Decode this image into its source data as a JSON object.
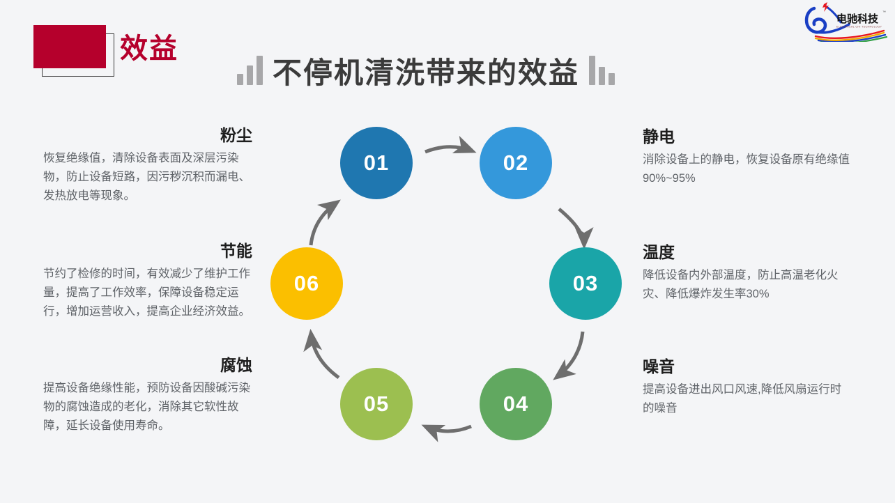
{
  "header": {
    "section_label": "效益",
    "title": "不停机清洗带来的效益",
    "bar_icon_left": "bar-chart-ascending-icon",
    "bar_icon_right": "bar-chart-descending-icon"
  },
  "logo": {
    "name": "dianchi-technology-logo",
    "cn_text": "电驰科技",
    "en_text": "ELECTRICAL CHI TECHNOLOGY",
    "tm": "™"
  },
  "colors": {
    "background": "#f4f5f7",
    "accent_red": "#b5002c",
    "title_gray": "#3b3b3b",
    "body_gray": "#5f6368",
    "arrow_gray": "#6e6e6e",
    "step_01": "#1f77b0",
    "step_02": "#3498db",
    "step_03": "#1aa5a8",
    "step_04": "#61a860",
    "step_05": "#9cbf50",
    "step_06": "#fbbf00"
  },
  "diagram": {
    "type": "cycle",
    "steps": [
      {
        "number": "01",
        "color": "#1f77b0"
      },
      {
        "number": "02",
        "color": "#3498db"
      },
      {
        "number": "03",
        "color": "#1aa5a8"
      },
      {
        "number": "04",
        "color": "#61a860"
      },
      {
        "number": "05",
        "color": "#9cbf50"
      },
      {
        "number": "06",
        "color": "#fbbf00"
      }
    ]
  },
  "benefits": {
    "left": [
      {
        "title": "粉尘",
        "body": "恢复绝缘值，清除设备表面及深层污染物，防止设备短路，因污秽沉积而漏电、发热放电等现象。"
      },
      {
        "title": "节能",
        "body": "节约了检修的时间，有效减少了维护工作量，提高了工作效率，保障设备稳定运行，增加运营收入，提高企业经济效益。"
      },
      {
        "title": "腐蚀",
        "body": "提高设备绝缘性能，预防设备因酸碱污染物的腐蚀造成的老化，消除其它软性故障，延长设备使用寿命。"
      }
    ],
    "right": [
      {
        "title": "静电",
        "body": "消除设备上的静电，恢复设备原有绝缘值90%~95%"
      },
      {
        "title": "温度",
        "body": "降低设备内外部温度，防止高温老化火灾、降低爆炸发生率30%"
      },
      {
        "title": "噪音",
        "body": "提高设备进出风口风速,降低风扇运行时的噪音"
      }
    ]
  }
}
